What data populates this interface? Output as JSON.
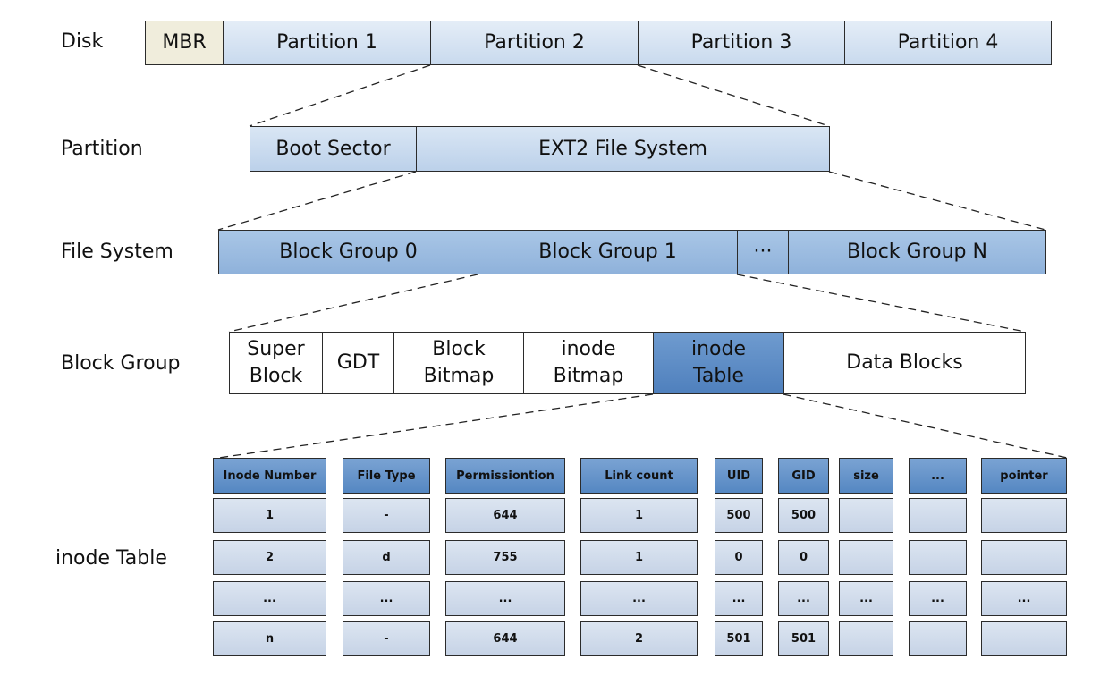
{
  "labels": {
    "disk": "Disk",
    "partition": "Partition",
    "file_system": "File System",
    "block_group": "Block Group",
    "inode_table": "inode Table"
  },
  "disk_row": [
    "MBR",
    "Partition 1",
    "Partition 2",
    "Partition 3",
    "Partition 4"
  ],
  "partition_row": [
    "Boot Sector",
    "EXT2 File System"
  ],
  "fs_row": [
    "Block Group 0",
    "Block Group 1",
    "···",
    "Block Group N"
  ],
  "bg_row": [
    "Super\nBlock",
    "GDT",
    "Block\nBitmap",
    "inode\nBitmap",
    "inode\nTable",
    "Data Blocks"
  ],
  "table": {
    "headers": [
      "Inode Number",
      "File Type",
      "Permissiontion",
      "Link count",
      "UID",
      "GID",
      "size",
      "...",
      "pointer"
    ],
    "rows": [
      [
        "1",
        "-",
        "644",
        "1",
        "500",
        "500",
        "",
        "",
        ""
      ],
      [
        "2",
        "d",
        "755",
        "1",
        "0",
        "0",
        "",
        "",
        ""
      ],
      [
        "...",
        "...",
        "...",
        "...",
        "...",
        "...",
        "...",
        "...",
        "..."
      ],
      [
        "n",
        "-",
        "644",
        "2",
        "501",
        "501",
        "",
        "",
        ""
      ]
    ]
  },
  "colors": {
    "light_blue": "#c9daee",
    "mid_blue": "#8fb2db",
    "dark_blue": "#4f80bd",
    "mbr": "#f0eddc"
  }
}
